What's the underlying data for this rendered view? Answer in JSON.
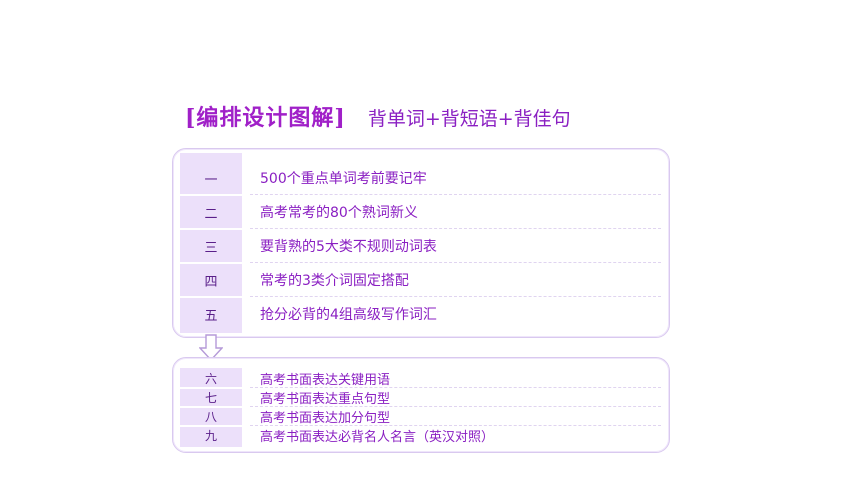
{
  "header": {
    "title": "[编排设计图解]",
    "subtitle": "背单词+背短语+背佳句"
  },
  "group1": [
    {
      "num": "一",
      "text": "500个重点单词考前要记牢"
    },
    {
      "num": "二",
      "text": "高考常考的80个熟词新义"
    },
    {
      "num": "三",
      "text": "要背熟的5大类不规则动词表"
    },
    {
      "num": "四",
      "text": "常考的3类介词固定搭配"
    },
    {
      "num": "五",
      "text": "抢分必背的4组高级写作词汇"
    }
  ],
  "group2": [
    {
      "num": "六",
      "text": "高考书面表达关键用语"
    },
    {
      "num": "七",
      "text": "高考书面表达重点句型"
    },
    {
      "num": "八",
      "text": "高考书面表达加分句型"
    },
    {
      "num": "九",
      "text": "高考书面表达必背名人名言（英汉对照）"
    }
  ],
  "colors": {
    "accent": "#8a1fc2",
    "column": "#ece0fa",
    "border": "#d9c9ef"
  },
  "icons": {
    "connector": "down-arrow-icon"
  }
}
